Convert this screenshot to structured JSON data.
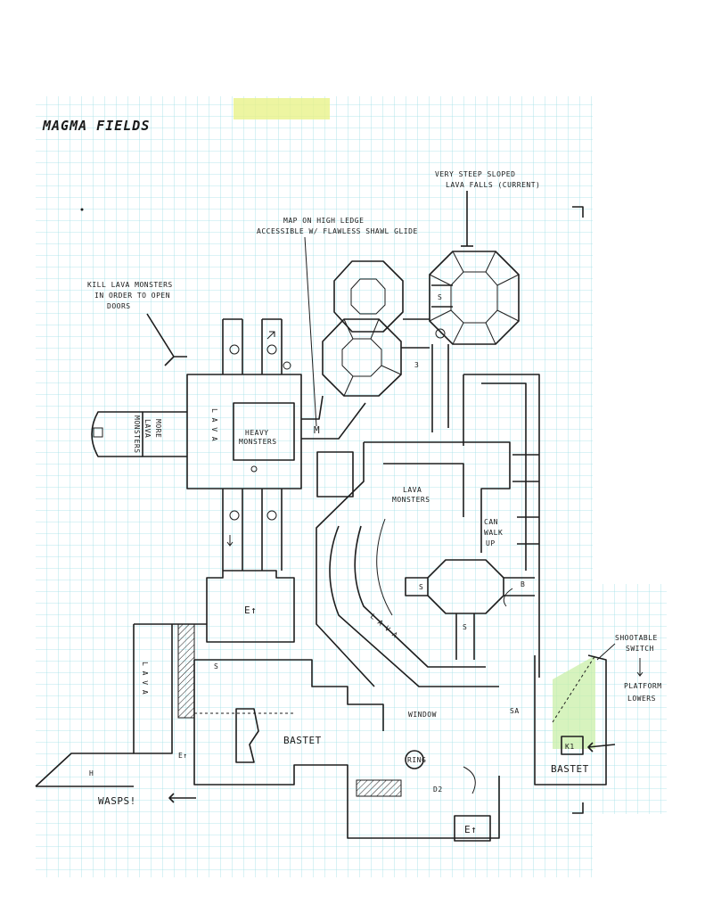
{
  "map": {
    "title": "MAGMA FIELDS",
    "colors": {
      "grid": "#9fe0e6",
      "ink": "#1e1e1e",
      "highlight_yellow": "#e8f28a",
      "highlight_green": "#c9efa8"
    },
    "notes": {
      "lava_falls": [
        "VERY STEEP SLOPED",
        "LAVA FALLS (CURRENT)"
      ],
      "map_ledge": [
        "MAP ON HIGH LEDGE",
        "ACCESSIBLE W/ FLAWLESS SHAWL GLIDE"
      ],
      "kill_monsters": [
        "KILL LAVA MONSTERS",
        "IN ORDER TO OPEN",
        "DOORS"
      ],
      "more_lava_monsters": [
        "MORE",
        "LAVA",
        "MONSTERS"
      ],
      "heavy_monsters": [
        "HEAVY",
        "MONSTERS"
      ],
      "lava_monsters": [
        "LAVA",
        "MONSTERS"
      ],
      "can_walk_up": [
        "CAN",
        "WALK",
        "UP"
      ],
      "shootable_switch": [
        "SHOOTABLE",
        "SWITCH"
      ],
      "platform_lowers": [
        "PLATFORM",
        "LOWERS"
      ],
      "wasps": "WASPS!",
      "window": "WINDOW"
    },
    "labels": {
      "lava_horizontal": "L A V A",
      "lava_vertical": "L A V A",
      "lava_diag": "L A V A",
      "bastet_center": "BASTET",
      "bastet_right": "BASTET",
      "ring": "RING",
      "key": "K1",
      "d2": "D2",
      "sa": "SA",
      "m": "M",
      "e_up_mid": "E↑",
      "e_up_bottom": "E↑",
      "e_left": "E↑",
      "s": "S",
      "b": "B",
      "three": "3",
      "h": "H"
    }
  }
}
